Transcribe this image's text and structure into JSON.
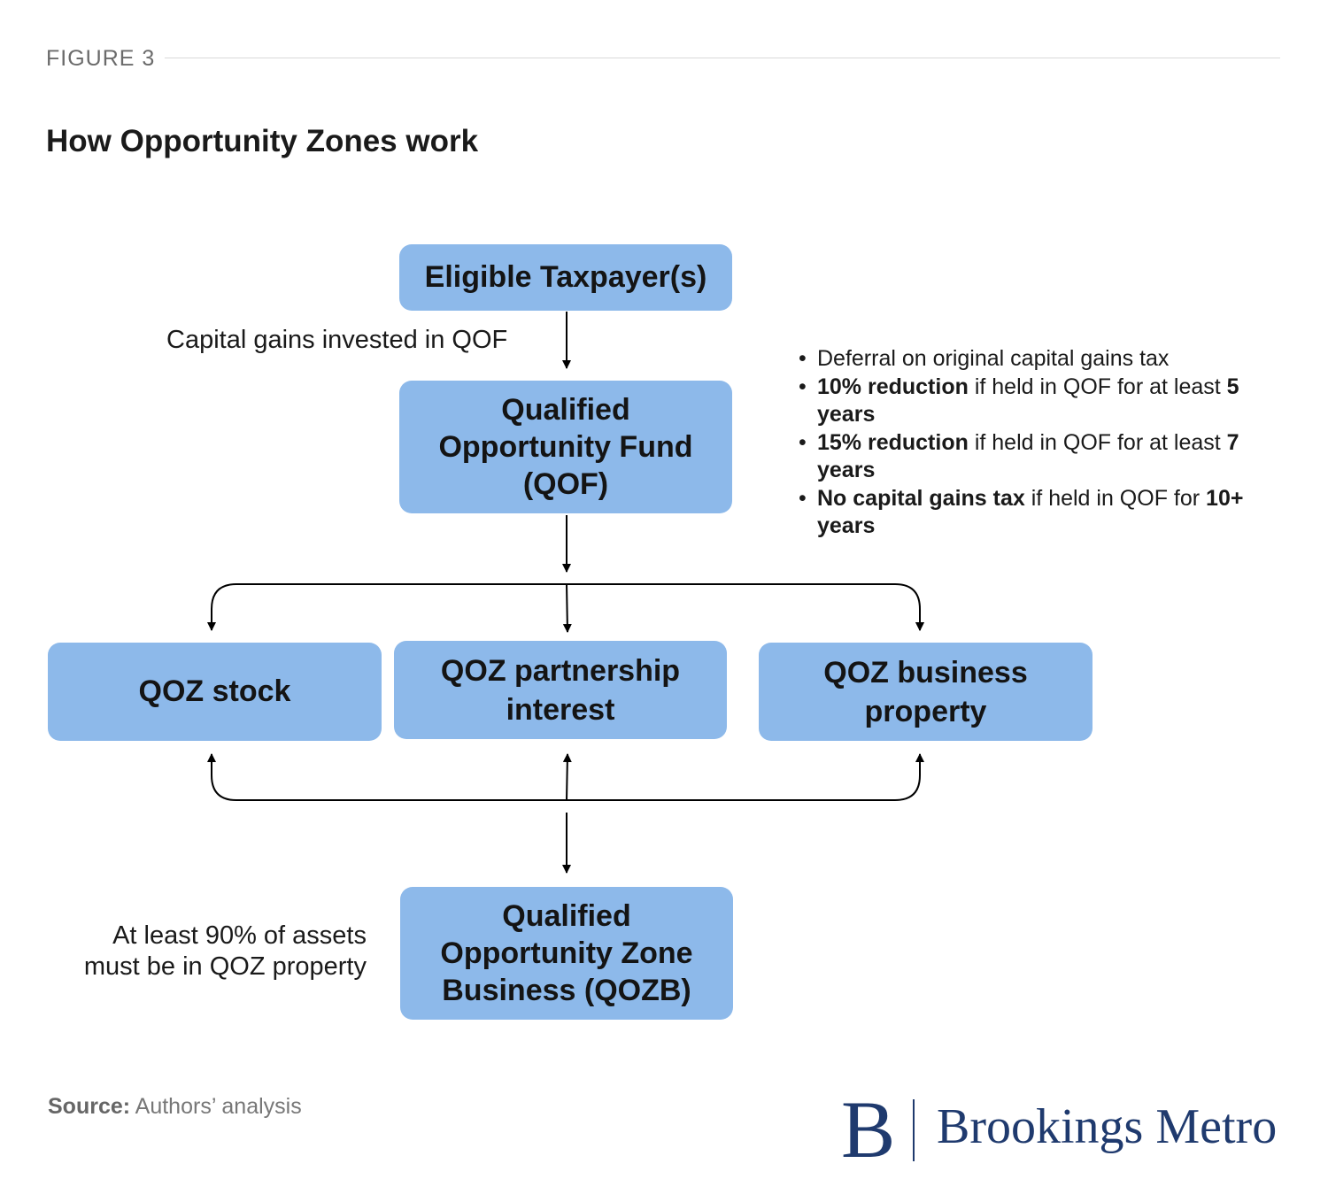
{
  "header": {
    "figure_label": "FIGURE 3",
    "title": "How Opportunity Zones work"
  },
  "nodes": {
    "taxpayer": "Eligible Taxpayer(s)",
    "qof": "Qualified\nOpportunity Fund\n(QOF)",
    "stock": "QOZ stock",
    "partnership": "QOZ partnership\ninterest",
    "property": "QOZ business\nproperty",
    "qozb": "Qualified\nOpportunity Zone\nBusiness (QOZB)"
  },
  "edge_labels": {
    "capital": "Capital gains invested in QOF",
    "assets": "At least 90% of assets\nmust be in QOZ property"
  },
  "benefits": [
    {
      "parts": [
        {
          "text": "Deferral on original capital gains tax",
          "bold": false
        }
      ]
    },
    {
      "parts": [
        {
          "text": "10% reduction",
          "bold": true
        },
        {
          "text": " if held in QOF for at least ",
          "bold": false
        },
        {
          "text": "5 years",
          "bold": true
        }
      ]
    },
    {
      "parts": [
        {
          "text": "15% reduction",
          "bold": true
        },
        {
          "text": " if held in QOF for at least ",
          "bold": false
        },
        {
          "text": "7 years",
          "bold": true
        }
      ]
    },
    {
      "parts": [
        {
          "text": "No capital gains tax",
          "bold": true
        },
        {
          "text": " if held in QOF for ",
          "bold": false
        },
        {
          "text": "10+ years",
          "bold": true
        }
      ]
    }
  ],
  "source": {
    "label": "Source:",
    "text": " Authors’ analysis"
  },
  "logo": {
    "mark": "B",
    "text": "Brookings Metro"
  },
  "colors": {
    "box_fill": "#8db9ea",
    "brand": "#1f3a6e"
  }
}
